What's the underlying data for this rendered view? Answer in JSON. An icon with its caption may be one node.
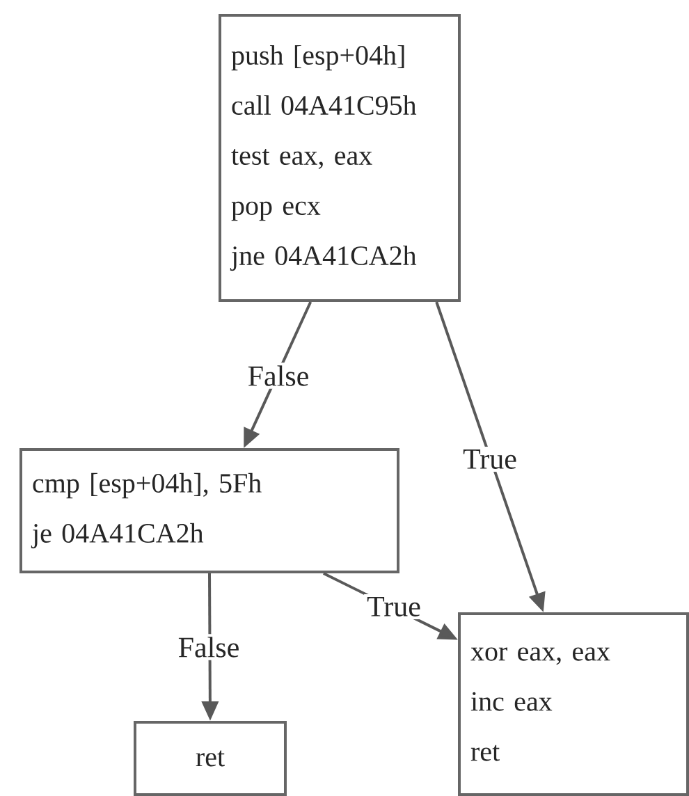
{
  "diagram": {
    "nodes": [
      {
        "text": [
          "push [esp+04h]",
          "call 04A41C95h",
          "test eax, eax",
          "pop ecx",
          "jne 04A41CA2h"
        ]
      },
      {
        "text": [
          "cmp [esp+04h], 5Fh",
          "je 04A41CA2h"
        ]
      },
      {
        "text": [
          "ret"
        ]
      },
      {
        "text": [
          "xor eax, eax",
          "inc eax",
          "ret"
        ]
      }
    ],
    "edges": [
      {
        "from": 0,
        "to": 1,
        "arrow": "to",
        "label": "False"
      },
      {
        "from": 0,
        "to": 3,
        "arrow": "to",
        "label": "True"
      },
      {
        "from": 1,
        "to": 2,
        "arrow": "to",
        "label": "False"
      },
      {
        "from": 1,
        "to": 3,
        "arrow": "to",
        "label": "True"
      }
    ]
  }
}
